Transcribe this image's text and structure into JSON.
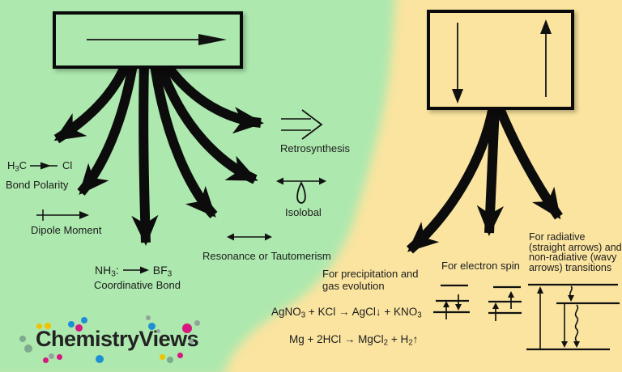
{
  "colors": {
    "green": "#ade8ae",
    "yellow": "#fae4a0",
    "ink": "#1c1c1c",
    "logo_yellow": "#f2c100",
    "logo_magenta": "#d6187f",
    "logo_blue": "#1f8fd5",
    "logo_teal": "#7fa98c",
    "logo_gray": "#93a49c"
  },
  "left": {
    "bond_polarity": {
      "f1": "H",
      "f1s": "3",
      "f2": "C",
      "f3": "Cl",
      "label": "Bond Polarity"
    },
    "dipole": {
      "label": "Dipole Moment"
    },
    "coordinative": {
      "f1": "NH",
      "f1s": "3",
      "f1c": ":",
      "f2": "BF",
      "f2s": "3",
      "label": "Coordinative Bond"
    },
    "retrosynthesis": {
      "label": "Retrosynthesis"
    },
    "isolobal": {
      "label": "Isolobal"
    },
    "resonance": {
      "label": "Resonance or Tautomerism"
    }
  },
  "right": {
    "precipitation": {
      "line1": "For precipitation and",
      "line2": "gas evolution"
    },
    "eq1": {
      "p1": "AgNO",
      "s1": "3",
      "p2": " + KCl → AgCl↓  + KNO",
      "s2": "3"
    },
    "eq2": {
      "p1": "Mg + 2HCl → MgCl",
      "s1": "2",
      "p2": " + H",
      "s2": "2",
      "p3": "↑"
    },
    "electron_spin": {
      "label": "For electron spin"
    },
    "radiative": {
      "line1": "For radiative",
      "line2": "(straight arrows) and",
      "line3": "non-radiative (wavy",
      "line4": "arrows)  transitions"
    }
  },
  "logo": {
    "text": "ChemistryViews"
  }
}
